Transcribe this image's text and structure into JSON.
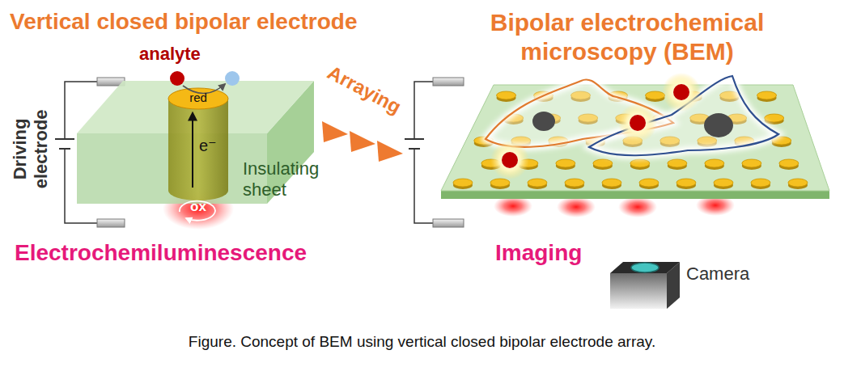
{
  "diagram": {
    "caption": "Figure. Concept of BEM using vertical closed bipolar electrode array.",
    "labels": [
      "Vertical closed bipolar electrode",
      "analyte",
      "red",
      "e⁻",
      "Insulating sheet",
      "ox",
      "Driving electrode",
      "Electrochemiluminescence",
      "Arraying",
      "Bipolar electrochemical microscopy (BEM)",
      "Imaging",
      "Camera"
    ]
  }
}
